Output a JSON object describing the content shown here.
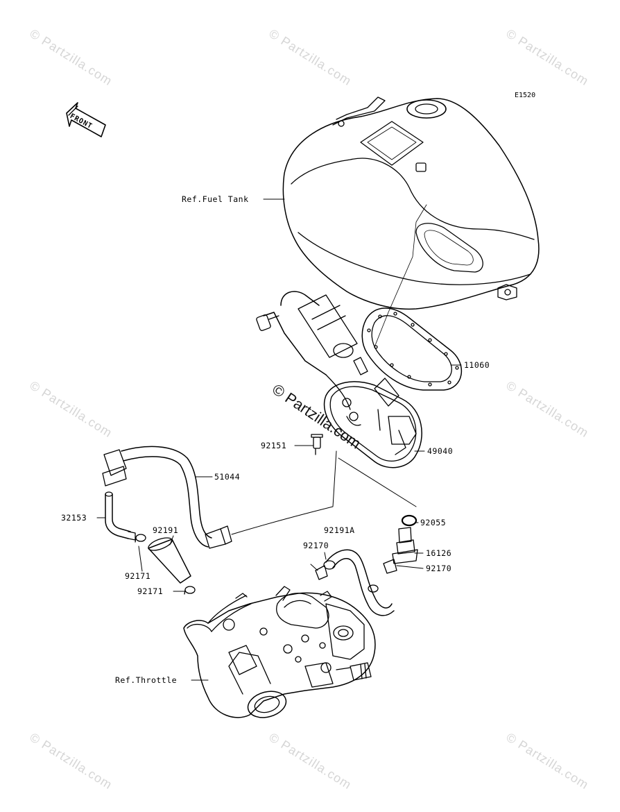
{
  "diagram": {
    "code": "E1520",
    "front_label": "FRONT",
    "ref_labels": {
      "fuel_tank": "Ref.Fuel Tank",
      "throttle": "Ref.Throttle"
    },
    "part_numbers": {
      "p11060": "11060",
      "p49040": "49040",
      "p92151": "92151",
      "p51044": "51044",
      "p32153": "32153",
      "p92191": "92191",
      "p92191a": "92191A",
      "p92055": "92055",
      "p92170_a": "92170",
      "p16126": "16126",
      "p92170_b": "92170",
      "p92171_a": "92171",
      "p92171_b": "92171"
    }
  },
  "watermark": {
    "text": "© Partzilla.com",
    "center_text": "© Partzilla.com"
  }
}
